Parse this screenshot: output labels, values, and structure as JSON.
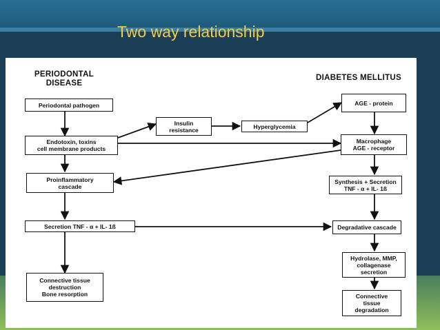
{
  "slide": {
    "title": "Two way relationship"
  },
  "diagram": {
    "left_header": "PERIODONTAL\nDISEASE",
    "right_header": "DIABETES MELLITUS",
    "nodes": {
      "periodontal_pathogen": "Periodontal pathogen",
      "endotoxin": "Endotoxin, toxins\ncell membrane products",
      "proinflammatory": "Proinflammatory\ncascade",
      "secretion_tnf_left": "Secretion TNF - α + IL- 1ß",
      "connective_destruction": "Connective tissue\ndestruction\nBone resorption",
      "insulin_resistance": "Insulin\nresistance",
      "hyperglycemia": "Hyperglycemia",
      "age_protein": "AGE - protein",
      "macrophage": "Macrophage\nAGE - receptor",
      "synthesis_secretion": "Synthesis + Secretion\nTNF - α + IL- 1ß",
      "degradative_cascade": "Degradative cascade",
      "hydrolase": "Hydrolase, MMP,\ncollagenase\nsecretion",
      "connective_degradation": "Connective\ntissue\ndegradation"
    }
  }
}
